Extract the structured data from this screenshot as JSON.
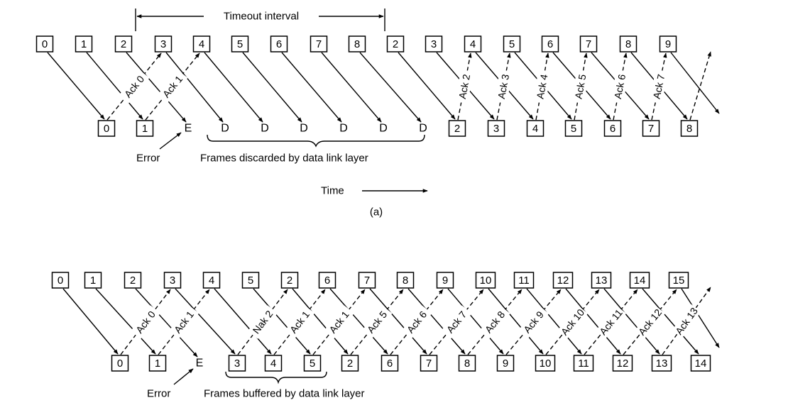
{
  "a": {
    "timeout_label": "Timeout interval",
    "sender_frames": [
      "0",
      "1",
      "2",
      "3",
      "4",
      "5",
      "6",
      "7",
      "8",
      "2",
      "3",
      "4",
      "5",
      "6",
      "7",
      "8",
      "9"
    ],
    "receiver_items": [
      "0",
      "1",
      "E",
      "D",
      "D",
      "D",
      "D",
      "D",
      "D",
      "2",
      "3",
      "4",
      "5",
      "6",
      "7",
      "8"
    ],
    "acks": [
      "Ack 0",
      "Ack 1",
      "Ack 2",
      "Ack 3",
      "Ack 4",
      "Ack 5",
      "Ack 6",
      "Ack 7"
    ],
    "error_label": "Error",
    "discard_label": "Frames discarded by data link layer",
    "time_label": "Time",
    "caption": "(a)"
  },
  "b": {
    "sender_frames": [
      "0",
      "1",
      "2",
      "3",
      "4",
      "5",
      "2",
      "6",
      "7",
      "8",
      "9",
      "10",
      "11",
      "12",
      "13",
      "14",
      "15"
    ],
    "receiver_items": [
      "0",
      "1",
      "E",
      "3",
      "4",
      "5",
      "2",
      "6",
      "7",
      "8",
      "9",
      "10",
      "11",
      "12",
      "13",
      "14"
    ],
    "acks": [
      "Ack 0",
      "Ack 1",
      "Nak 2",
      "Ack 1",
      "Ack 1",
      "Ack 5",
      "Ack 6",
      "Ack 7",
      "Ack 8",
      "Ack 9",
      "Ack 10",
      "Ack 11",
      "Ack 12",
      "Ack 13"
    ],
    "error_label": "Error",
    "buffer_label": "Frames buffered by data link layer"
  }
}
